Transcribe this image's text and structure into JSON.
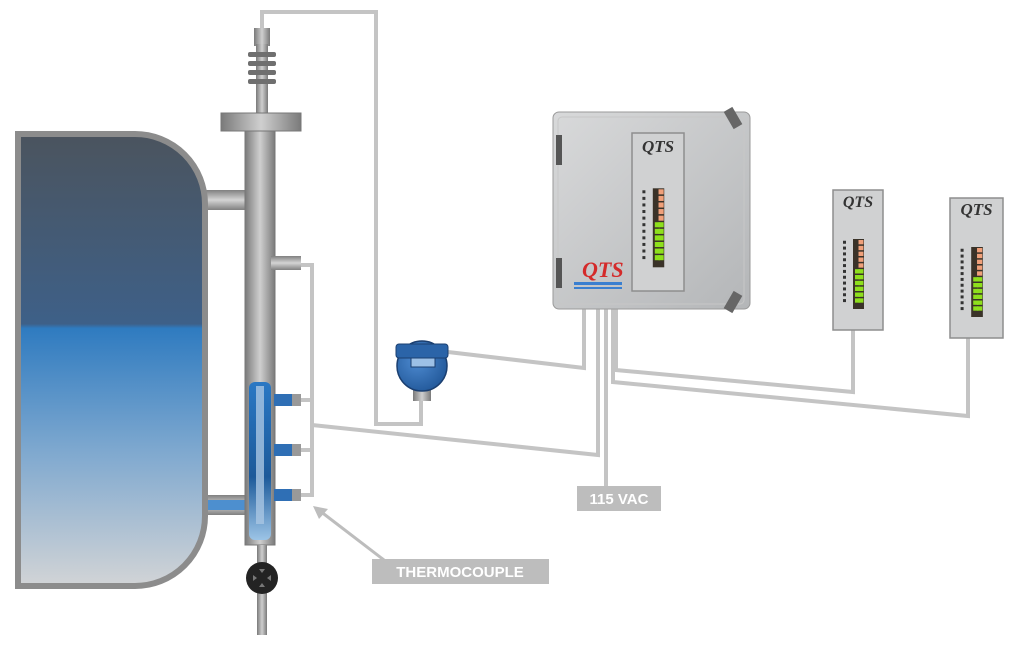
{
  "labels": {
    "power": "115 VAC",
    "thermocouple": "THERMOCOUPLE"
  },
  "controller": {
    "brand": "QTS",
    "panel_brand": "QTS",
    "lit_green_segments": 6,
    "lit_orange_segments": 5,
    "total_segments": 11
  },
  "remote_displays": [
    {
      "brand": "QTS",
      "lit_green_segments": 6,
      "lit_orange_segments": 5
    },
    {
      "brand": "QTS",
      "lit_green_segments": 6,
      "lit_orange_segments": 5
    }
  ],
  "colors": {
    "wire": "#c4c4c4",
    "liquid": "#2f7bc0",
    "vapor": "#4a5866",
    "transmitter": "#2f6db3",
    "led_green": "#8ee01c",
    "led_orange": "#f0a07a",
    "label_bg": "#bdbdbd",
    "logo_red": "#d42a2a"
  }
}
